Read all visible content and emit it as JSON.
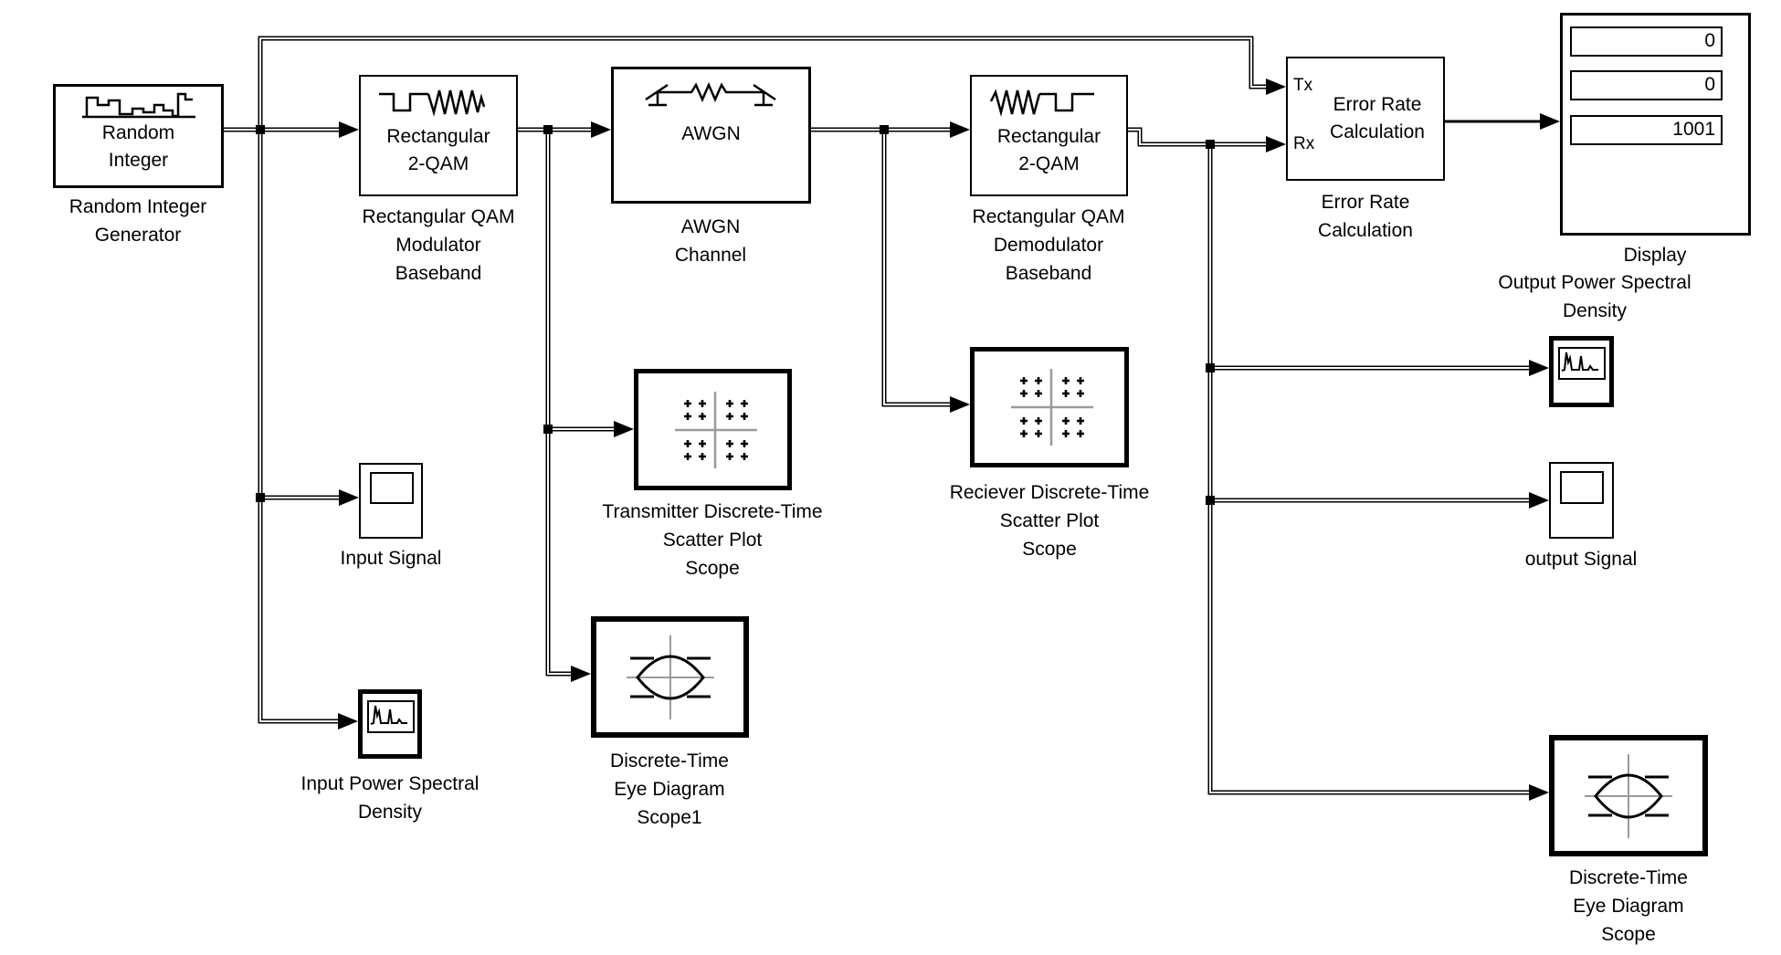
{
  "blocks": {
    "random_integer": {
      "line1": "Random",
      "line2": "Integer",
      "label": [
        "Random Integer",
        "Generator"
      ]
    },
    "qam_modulator": {
      "line1": "Rectangular",
      "line2": "2-QAM",
      "label": [
        "Rectangular QAM",
        "Modulator",
        "Baseband"
      ]
    },
    "awgn": {
      "line1": "AWGN",
      "label": [
        "AWGN",
        "Channel"
      ]
    },
    "qam_demodulator": {
      "line1": "Rectangular",
      "line2": "2-QAM",
      "label": [
        "Rectangular QAM",
        "Demodulator",
        "Baseband"
      ]
    },
    "error_rate": {
      "port_tx": "Tx",
      "port_rx": "Rx",
      "line1": "Error Rate",
      "line2": "Calculation",
      "label": [
        "Error Rate",
        "Calculation"
      ]
    },
    "display": {
      "values": [
        "0",
        "0",
        "1001"
      ],
      "label": "Display"
    },
    "output_psd": {
      "label": [
        "Output Power Spectral",
        "Density"
      ]
    },
    "output_signal": {
      "label": "output Signal"
    },
    "input_signal": {
      "label": "Input Signal"
    },
    "input_psd": {
      "label": [
        "Input Power Spectral",
        "Density"
      ]
    },
    "tx_scatter": {
      "label": [
        "Transmitter Discrete-Time",
        "Scatter Plot",
        "Scope"
      ]
    },
    "eye1": {
      "label": [
        "Discrete-Time",
        "Eye Diagram",
        "Scope1"
      ]
    },
    "rx_scatter": {
      "label": [
        "Reciever Discrete-Time",
        "Scatter Plot",
        "Scope"
      ]
    },
    "eye": {
      "label": [
        "Discrete-Time",
        "Eye Diagram",
        "Scope"
      ]
    }
  },
  "colors": {
    "wire": "#000000",
    "background": "#ffffff",
    "axis_gray": "#9a9a9a"
  }
}
